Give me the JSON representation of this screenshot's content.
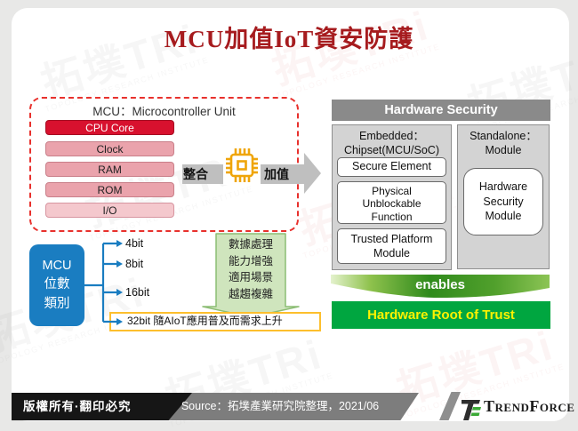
{
  "page": {
    "title": "MCU加值IoT資安防護",
    "watermark": {
      "logo": "拓墣TRi",
      "subtitle": "TOPOLOGY RESEARCH INSTITUTE"
    }
  },
  "mcu": {
    "title": "MCU：Microcontroller Unit",
    "components": [
      "CPU Core",
      "Clock",
      "RAM",
      "ROM",
      "I/O"
    ]
  },
  "integration_arrow": {
    "left_label": "整合",
    "right_label": "加值",
    "icon": "chip-icon"
  },
  "hardware_security": {
    "header": "Hardware Security",
    "embedded": {
      "title_line1": "Embedded：",
      "title_line2": "Chipset(MCU/SoC)",
      "items": [
        "Secure Element",
        "Physical Unblockable Function",
        "Trusted Platform Module"
      ]
    },
    "standalone": {
      "title_line1": "Standalone：",
      "title_line2": "Module",
      "items": [
        "Hardware Security Module"
      ]
    },
    "enables_label": "enables",
    "root_of_trust_label": "Hardware Root of Trust"
  },
  "mcu_bit_categories": {
    "category_label_lines": [
      "MCU",
      "位數",
      "類別"
    ],
    "bit_items": [
      "4bit",
      "8bit",
      "16bit"
    ],
    "bit32_item": "32bit 隨AIoT應用普及而需求上升",
    "trend_note_lines": [
      "數據處理",
      "能力增強",
      "適用場景",
      "越趨複雜"
    ]
  },
  "footer": {
    "copyright": "版權所有·翻印必究",
    "source": "Source：拓墣產業研究院整理，2021/06",
    "brand": "TrendForce"
  },
  "colors": {
    "title_red": "#a61b1e",
    "cpu_core_red": "#d8112e",
    "component_pink": "#eaa3ac",
    "component_pink_light": "#f4c8cd",
    "dashed_border_red": "#e8312d",
    "category_blue": "#1a7dc1",
    "chip_gold": "#efa50a",
    "enables_green": "#2f8a1c",
    "root_green": "#00a640",
    "root_text_yellow": "#fef200",
    "note_green_fill": "#cfe5bd",
    "bit32_border_orange": "#fdbf2d"
  }
}
